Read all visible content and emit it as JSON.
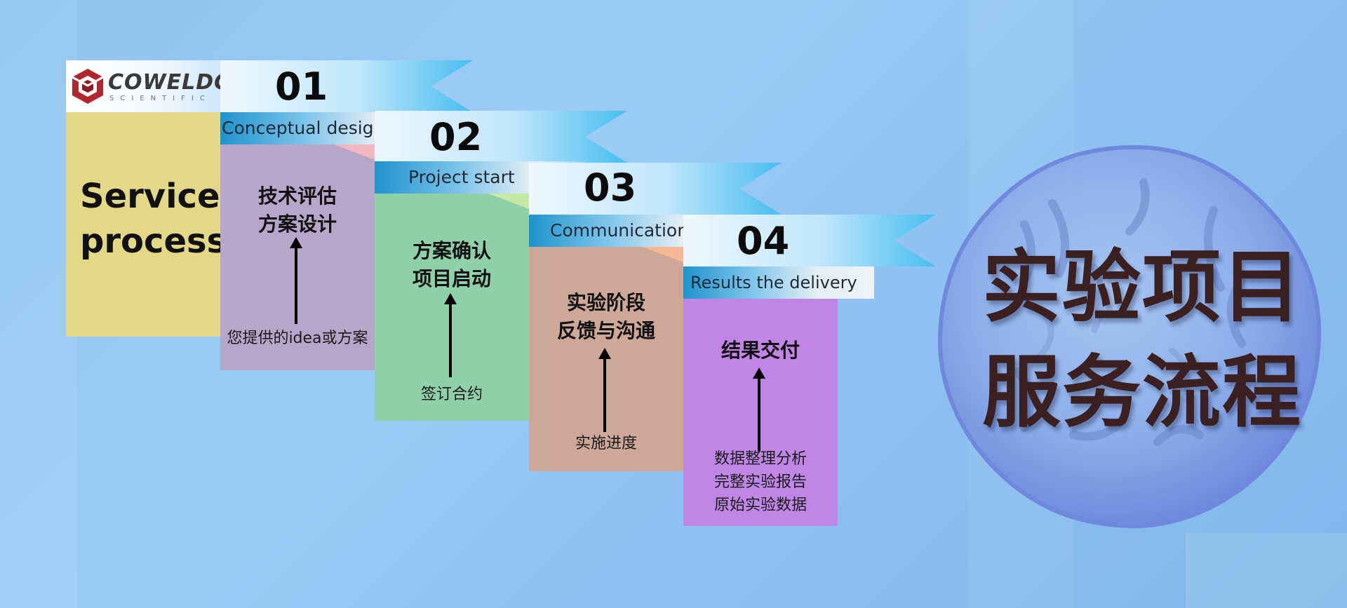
{
  "logo": {
    "name": "COWELDGEN",
    "sub": "SCIENTIFIC"
  },
  "intro": {
    "title_line1": "Service",
    "title_line2": "process"
  },
  "steps": [
    {
      "num": "01",
      "label": "Conceptual design",
      "head_line1": "技术评估",
      "head_line2": "方案设计",
      "foot": [
        "您提供的idea或方案"
      ],
      "color": "#b6a6c9"
    },
    {
      "num": "02",
      "label": "Project start",
      "head_line1": "方案确认",
      "head_line2": "项目启动",
      "foot": [
        "签订合约"
      ],
      "color": "#8fd0a8"
    },
    {
      "num": "03",
      "label": "Communication",
      "head_line1": "实验阶段",
      "head_line2": "反馈与沟通",
      "foot": [
        "实施进度"
      ],
      "color": "#cda898"
    },
    {
      "num": "04",
      "label": "Results the delivery",
      "head_line1": "结果交付",
      "head_line2": "",
      "foot": [
        "数据整理分析",
        "完整实验报告",
        "原始实验数据"
      ],
      "color": "#bf86e6"
    }
  ],
  "big_title": {
    "line1": "实验项目",
    "line2": "服务流程"
  },
  "colors": {
    "background": "#92c6f2",
    "intro_box": "#e2d888",
    "ribbon_light": "#e6f4fd",
    "ribbon_blue": "#4fc3f1",
    "label_dark": "#1e8fc9",
    "title_text": "#3a2020"
  }
}
